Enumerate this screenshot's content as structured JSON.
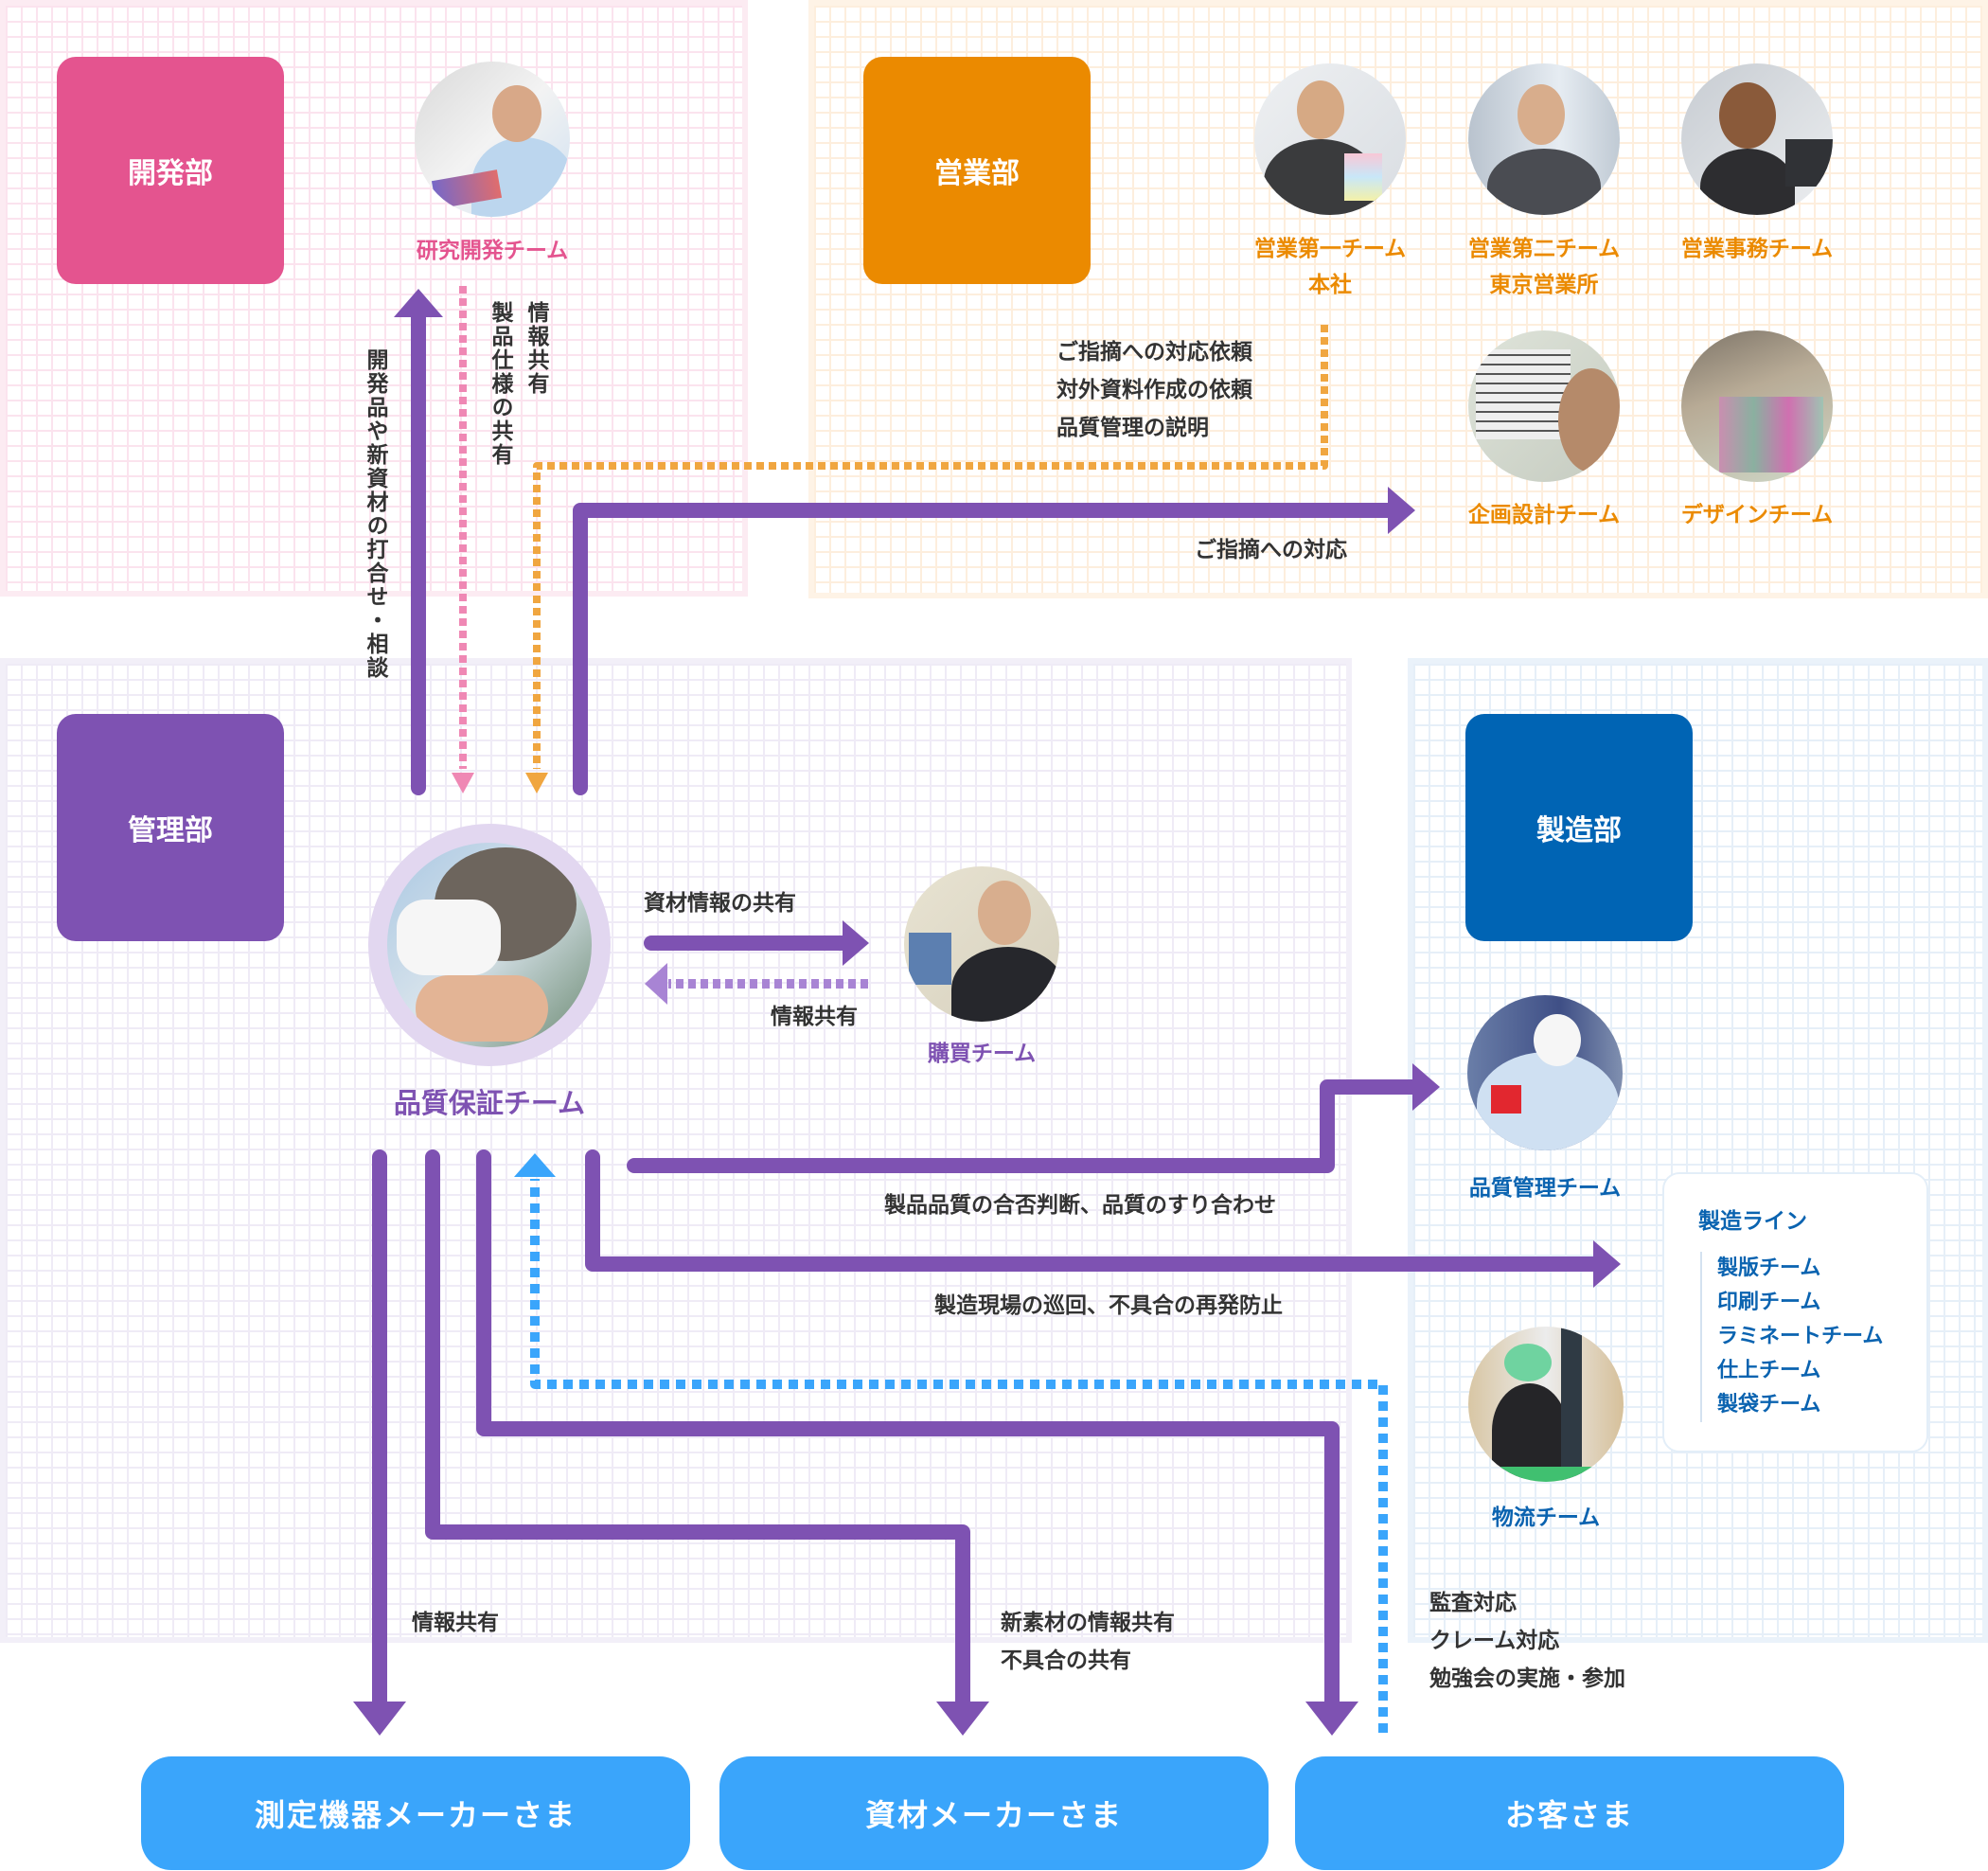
{
  "colors": {
    "dev": "#e4548f",
    "sales": "#eb8a00",
    "admin": "#7e52b2",
    "manufacturing": "#0064b4",
    "external": "#3aa5fb",
    "arrow_purple": "#7e52b2",
    "arrow_light_purple": "#a884d4",
    "arrow_pink": "#ef88b4",
    "arrow_orange": "#f0a640",
    "arrow_blue": "#3aa5fb",
    "text_dark": "#333333"
  },
  "departments": {
    "dev": "開発部",
    "sales": "営業部",
    "admin": "管理部",
    "manufacturing": "製造部"
  },
  "teams": {
    "rnd": "研究開発チーム",
    "sales1": [
      "営業第一チーム",
      "本社"
    ],
    "sales2": [
      "営業第二チーム",
      "東京営業所"
    ],
    "sales_office": "営業事務チーム",
    "planning": "企画設計チーム",
    "design": "デザインチーム",
    "qa": "品質保証チーム",
    "purchasing": "購買チーム",
    "qc": "品質管理チーム",
    "logistics": "物流チーム"
  },
  "production_line": {
    "title": "製造ライン",
    "items": [
      "製版チーム",
      "印刷チーム",
      "ラミネートチーム",
      "仕上チーム",
      "製袋チーム"
    ]
  },
  "flows": {
    "dev_consult": "開発品や新資材の打合せ・相談",
    "spec_share": "製品仕様の共有",
    "dev_info_share": "情報共有",
    "sales_requests": [
      "ご指摘への対応依頼",
      "対外資料作成の依頼",
      "品質管理の説明"
    ],
    "sales_response": "ご指摘への対応",
    "material_info": "資材情報の共有",
    "purchasing_info": "情報共有",
    "qc_judgement": "製品品質の合否判断、品質のすり合わせ",
    "factory_patrol": "製造現場の巡回、不具合の再発防止",
    "instrument_info": "情報共有",
    "material_maker": [
      "新素材の情報共有",
      "不具合の共有"
    ],
    "customer": [
      "監査対応",
      "クレーム対応",
      "勉強会の実施・参加"
    ]
  },
  "external": {
    "instrument_maker": "測定機器メーカーさま",
    "material_maker": "資材メーカーさま",
    "customer": "お客さま"
  }
}
